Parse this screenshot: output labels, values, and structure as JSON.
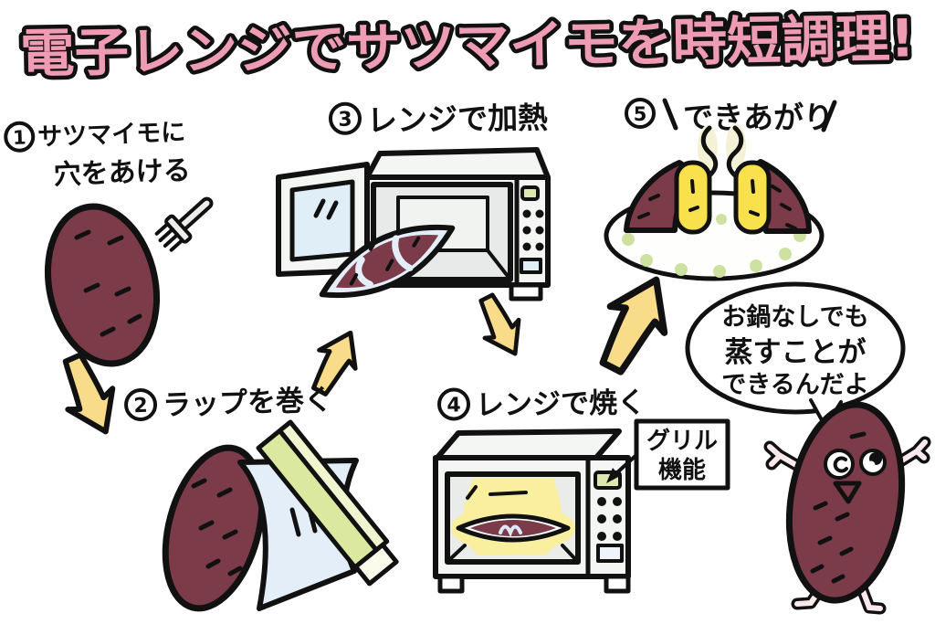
{
  "title": {
    "text": "電子レンジでサツマイモを時短調理!"
  },
  "steps": [
    {
      "number": "1",
      "label_line1": "サツマイモに",
      "label_line2": "穴をあける"
    },
    {
      "number": "2",
      "label": "ラップを巻く"
    },
    {
      "number": "3",
      "label": "レンジで加熱"
    },
    {
      "number": "4",
      "label": "レンジで焼く"
    },
    {
      "number": "5",
      "label": "できあがり"
    }
  ],
  "grill_tag": {
    "line1": "グリル",
    "line2": "機能"
  },
  "speech_bubble": {
    "line1": "お鍋なしでも",
    "line2": "蒸すことが",
    "line3": "できるんだよ"
  },
  "colors": {
    "title_pink": "#ee9bb4",
    "outline_black": "#111111",
    "potato_skin": "#7b3b49",
    "arrow_yellow": "#f8dc8a",
    "wrap_film_blue": "#e4eef8",
    "wrap_box_green": "#dbe8a0",
    "wrap_box_top": "#f0f4cf",
    "flesh_yellow": "#f9e04d",
    "glow_yellow": "#f9ef9e",
    "steam_cream": "#f5f1d6",
    "plate_dot_green": "#cde1a0",
    "appliance_white": "#f4f6f4",
    "cavity_gray": "#e7eae8",
    "window_blue": "#dfeef7",
    "button_green": "#dde8ae",
    "limb_pink": "#fce9ec",
    "utensil_gray": "#eceeea"
  }
}
